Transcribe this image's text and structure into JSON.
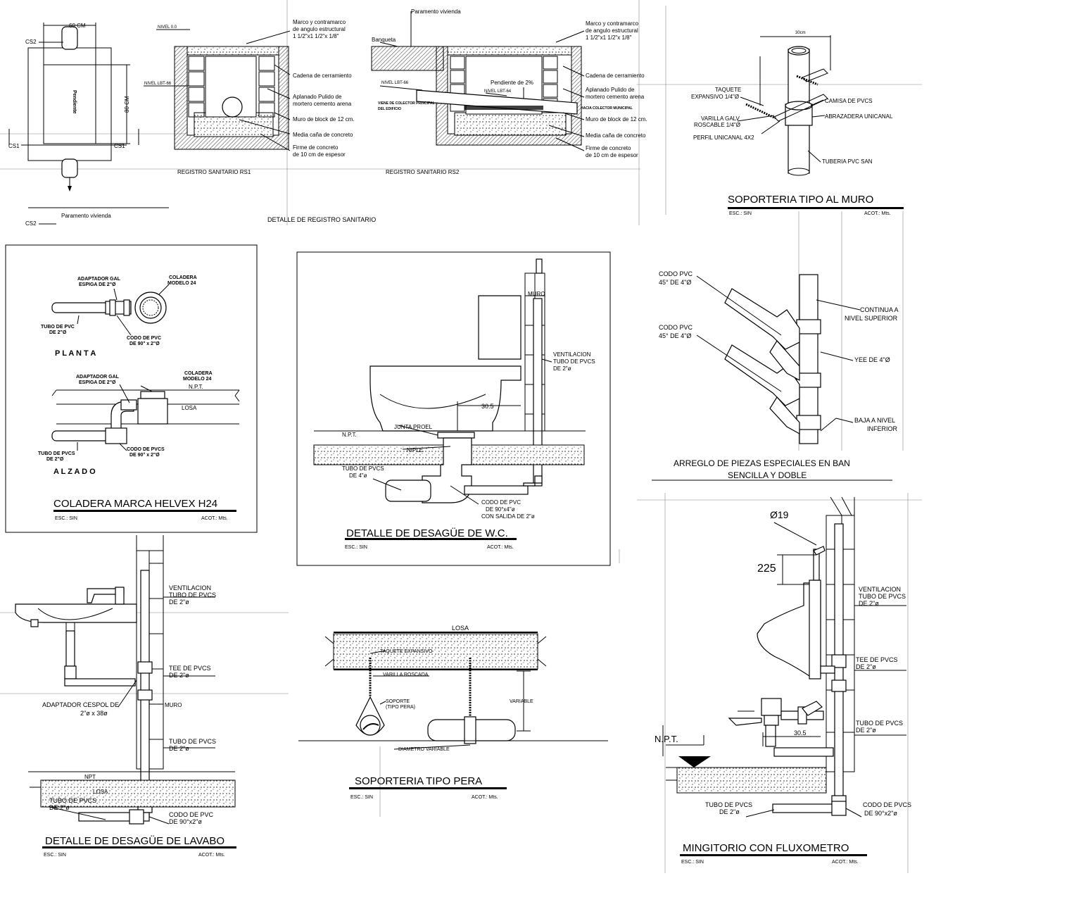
{
  "sheet": {
    "registro_planta": {
      "dim_width": "60  CM",
      "dim_height": "80  CM",
      "slope": "Pendiente",
      "cs1_left": "CS1",
      "cs1_right": "CS1",
      "cs2_top": "CS2",
      "cs2_bottom": "CS2",
      "wall": "Paramento vivienda"
    },
    "rs1": {
      "level_top": "NIVEL 0.0",
      "level_bottom": "NIVEL LBT-66",
      "note1a": "Marco y contramarco",
      "note1b": "de angulo estructural",
      "note1c": "1 1/2\"x1 1/2\"x 1/8\"",
      "note2": "Cadena de cerramiento",
      "note3a": "Aplanado Pulido de",
      "note3b": "mortero cemento arena",
      "note4": "Muro de block de 12 cm.",
      "note5": "Media caña de concreto",
      "note6a": "Firme de concreto",
      "note6b": "de 10 cm de espesor",
      "caption": "REGISTRO SANITARIO RS1"
    },
    "rs2": {
      "wall": "Paramento vivienda",
      "sidewalk": "Banqueta",
      "level1": "NIVEL LBT-66",
      "level2": "NIVEL LBT-64",
      "slope": "Pendiente de 2%",
      "from_a": "VIENE DE COLECTOR PRINCIPAL",
      "from_b": "DEL EDIFICIO",
      "to": "HACIA COLECTOR MUNICIPAL",
      "note1a": "Marco y contramarco",
      "note1b": "de angulo estructural",
      "note1c": "1 1/2\"x1 1/2\"x 1/8\"",
      "note2": "Cadena de cerramiento",
      "note3a": "Aplanado Pulido de",
      "note3b": "mortero cemento arena",
      "note4": "Muro de block de 12 cm.",
      "note5": "Media caña de concreto",
      "note6a": "Firme de concreto",
      "note6b": "de 10 cm de espesor",
      "caption": "REGISTRO SANITARIO RS2"
    },
    "registro_title": "DETALLE DE REGISTRO SANITARIO",
    "muro": {
      "dim": "30cm",
      "n1a": "TAQUETE",
      "n1b": "EXPANSIVO 1/4\"Ø",
      "n2a": "VARILLA GALV",
      "n2b": "ROSCABLE 1/4\"Ø",
      "n3": "PERFIL UNICANAL 4X2",
      "n4": "CAMISA DE PVCS",
      "n5": "ABRAZADERA UNICANAL",
      "n6": "TUBERIA PVC SAN",
      "title": "SOPORTERIA TIPO AL MURO",
      "esc": "ESC.:  SIN",
      "acot": "ACOT.:  Mts."
    },
    "coladera": {
      "a1": "ADAPTADOR GAL",
      "a2": "ESPIGA DE 2\"Ø",
      "c1": "COLADERA",
      "c2": "MODELO 24",
      "t1": "TUBO DE PVC",
      "t2": "DE 2\"Ø",
      "k1": "CODO DE PVC",
      "k2": "DE 90° x 2\"Ø",
      "planta": "P L A N T A",
      "b1": "ADAPTADOR GAL",
      "b2": "ESPIGA DE 2\"Ø",
      "d1": "COLADERA",
      "d2": "MODELO 24",
      "npt": "N.P.T.",
      "losa": "LOSA",
      "u1": "TUBO DE PVCS",
      "u2": "DE 2\"Ø",
      "v1": "CODO DE PVCS",
      "v2": "DE 90° x 2\"Ø",
      "alzado": "A L Z A D O",
      "title": "COLADERA MARCA HELVEX H24",
      "esc": "ESC.:  SIN",
      "acot": "ACOT.:  Mts."
    },
    "wc": {
      "muro": "MURO",
      "v1": "VENTILACION",
      "v2": "TUBO DE PVCS",
      "v3": "DE  2\"ø",
      "dim": "30.5",
      "npt": "N.P.T.",
      "junta": "JUNTA PROEL",
      "niple": "NIPLE",
      "t1": "TUBO DE PVCS",
      "t2": "DE  4\"ø",
      "c1": "CODO DE PVC",
      "c2": "DE 90°x4\"ø",
      "c3": "CON SALIDA DE 2\"ø",
      "title": "DETALLE DE DESAGÜE DE W.C.",
      "esc": "ESC.:  SIN",
      "acot": "ACOT.:  Mts."
    },
    "piezas": {
      "c1a": "CODO PVC",
      "c1b": "45° DE 4\"Ø",
      "c2a": "CODO PVC",
      "c2b": "45° DE 4\"Ø",
      "n1a": "CONTINUA A",
      "n1b": "NIVEL SUPERIOR",
      "n2": "YEE DE 4\"Ø",
      "n3a": "BAJA A NIVEL",
      "n3b": "INFERIOR",
      "title1": "ARREGLO DE PIEZAS ESPECIALES EN BAN",
      "title2": "SENCILLA Y DOBLE"
    },
    "lavabo": {
      "v1": "VENTILACION",
      "v2": "TUBO DE PVCS",
      "v3": "DE  2\"ø",
      "t1": "TEE DE PVCS",
      "t2": "DE  2\"ø",
      "a1": "ADAPTADOR CESPOL DE",
      "a2": "2\"ø  x  38ø",
      "muro": "MURO",
      "u1": "TUBO DE PVCS",
      "u2": "DE  2\"ø",
      "npt": "NPT",
      "losa": "LOSA",
      "w1": "TUBO DE PVCS",
      "w2": "DE  2\"ø",
      "c1": "CODO DE PVC",
      "c2": "DE 90°x2\"ø",
      "title": "DETALLE DE DESAGÜE DE LAVABO",
      "esc": "ESC.:  SIN",
      "acot": "ACOT.:  Mts."
    },
    "pera": {
      "losa": "LOSA",
      "n1": "TAQUETE EXPANSIVO",
      "n2": "VARILLA ROSCADA",
      "n3a": "SOPORTE",
      "n3b": "(TIPO PERA)",
      "var": "VARIABLE",
      "diam": "DIAMETRO VARIABLE",
      "title": "SOPORTERIA TIPO PERA",
      "esc": "ESC.:  SIN",
      "acot": "ACOT.:  Mts."
    },
    "mingitorio": {
      "d1": "Ø19",
      "d2": "225",
      "v1": "VENTILACION",
      "v2": "TUBO DE PVCS",
      "v3": "DE  2\"ø",
      "t1": "TEE DE PVCS",
      "t2": "DE  2\"ø",
      "u1": "TUBO DE PVCS",
      "u2": "DE  2\"ø",
      "npt": "N.P.T.",
      "dim": "30.5",
      "w1": "TUBO DE PVCS",
      "w2": "DE  2\"ø",
      "c1": "CODO DE PVCS",
      "c2": "DE 90°x2\"ø",
      "title": "MINGITORIO CON FLUXOMETRO",
      "esc": "ESC.:  SIN",
      "acot": "ACOT.:  Mts."
    }
  }
}
